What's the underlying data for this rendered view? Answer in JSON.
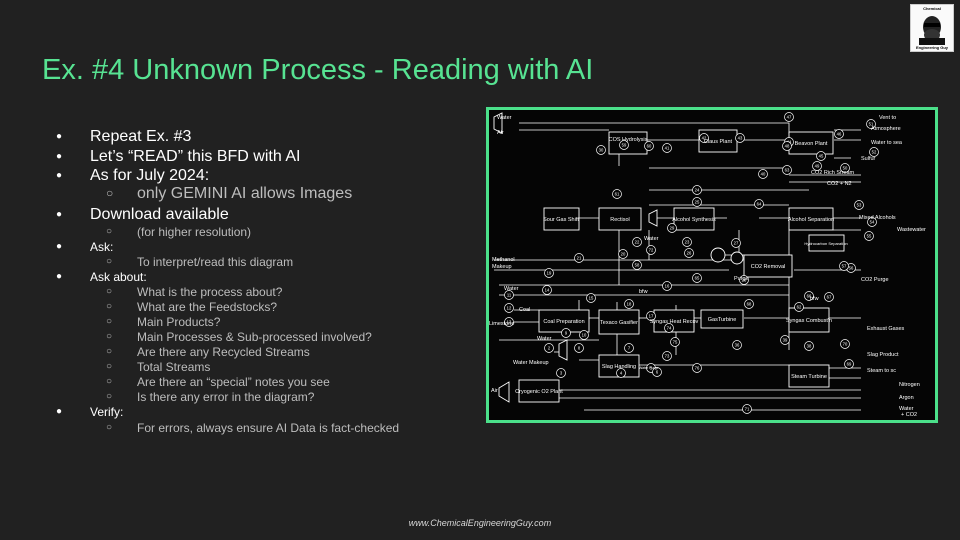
{
  "slide": {
    "title": "Ex. #4 Unknown Process - Reading with AI",
    "footer": "www.ChemicalEngineeringGuy.com",
    "logo": {
      "line1": "Chemical",
      "line2": "Engineering Guy"
    },
    "accent_color": "#57e392",
    "bullets": [
      {
        "level": 1,
        "text": "Repeat Ex. #3"
      },
      {
        "level": 1,
        "text": "Let’s “READ” this BFD with AI"
      },
      {
        "level": 1,
        "text": "As for July 2024:"
      },
      {
        "level": 2,
        "text": "only GEMINI AI allows Images"
      },
      {
        "level": 1,
        "text": "Download available"
      },
      {
        "level": 2,
        "text": "(for higher resolution)"
      },
      {
        "level": 1,
        "text": "Ask:"
      },
      {
        "level": 2,
        "text": "To interpret/read this diagram"
      },
      {
        "level": 1,
        "text": "Ask about:"
      },
      {
        "level": 2,
        "text": "What is the process about?"
      },
      {
        "level": 2,
        "text": "What are the Feedstocks?"
      },
      {
        "level": 2,
        "text": "Main Products?"
      },
      {
        "level": 2,
        "text": "Main Processes & Sub-processed involved?"
      },
      {
        "level": 2,
        "text": "Are there any Recycled Streams"
      },
      {
        "level": 2,
        "text": "Total Streams"
      },
      {
        "level": 2,
        "text": "Are there an “special” notes you see"
      },
      {
        "level": 2,
        "text": "Is there any error in the diagram?"
      },
      {
        "level": 1,
        "text": "Verify:"
      },
      {
        "level": 2,
        "text": "For errors, always ensure AI Data is fact-checked"
      }
    ]
  },
  "diagram": {
    "border_color": "#4be08a",
    "blocks": {
      "cos": "COS Hydrolysis",
      "claus": "Claus Plant",
      "beavon": "Beavon Plant",
      "sourgas": "Sour Gas Shift",
      "rectisol": "Rectisol",
      "alcsyn": "Alcohol Synthesis",
      "alcsep": "Alcohol Separation",
      "hydro": "Hydrocarbon Separation",
      "co2rem": "CO2 Removal",
      "coalprep": "Coal Preparation",
      "texaco": "Texaco Gasifier",
      "syngasheat": "Syngas Heat Recov",
      "gasturb": "GasTurbine",
      "syngascomb": "Syngas Combust'n",
      "slag": "Slag Handling",
      "steamturb": "Steam Turbine",
      "cryo": "Cryogenic O2 Plant"
    },
    "labels": {
      "water_top": "Water",
      "air_top": "Air",
      "vent": "Vent to",
      "atmosphere": "Atmosphere",
      "water_to_sea": "Water to sea",
      "sulfur": "Sulfur",
      "co2_rich": "CO2 Rich Stream",
      "co2_n2": "CO2 + N2",
      "mixed_alcohols": "Mixed Alcohols",
      "wastewater": "Wastewater",
      "water_mid": "Water",
      "methanol": "Methanol",
      "makeup": "Makeup",
      "co2_purge": "CO2 Purge",
      "purge": "Purge",
      "water_left": "Water",
      "bfw1": "bfw",
      "bfw2": "bfw",
      "coal": "Coal",
      "limestone": "Limestone",
      "water_low": "Water",
      "exhaust": "Exhaust Gases",
      "water_makeup": "Water Makeup",
      "slag_product": "Slag Product",
      "steam_to_sc": "Steam to sc",
      "nitrogen": "Nitrogen",
      "argon": "Argon",
      "water_out": "Water",
      "water_co2": "+ CO2",
      "air_bottom": "Air",
      "water_purge": "Water Purge"
    },
    "streams": [
      "2",
      "3",
      "4",
      "5",
      "6",
      "7",
      "8",
      "9",
      "10",
      "11",
      "12",
      "13",
      "14",
      "15",
      "16",
      "17",
      "18",
      "19",
      "20",
      "21",
      "22",
      "23",
      "24",
      "25",
      "26",
      "27",
      "28",
      "29",
      "30",
      "36",
      "38",
      "39",
      "40",
      "41",
      "42",
      "43",
      "44",
      "45",
      "46",
      "47",
      "48",
      "49",
      "50",
      "51",
      "52",
      "53",
      "54",
      "55",
      "56",
      "57",
      "58",
      "59",
      "60",
      "61",
      "62",
      "63",
      "64",
      "65",
      "66",
      "67",
      "68",
      "69",
      "70",
      "71",
      "72",
      "73",
      "74",
      "75",
      "76"
    ]
  }
}
